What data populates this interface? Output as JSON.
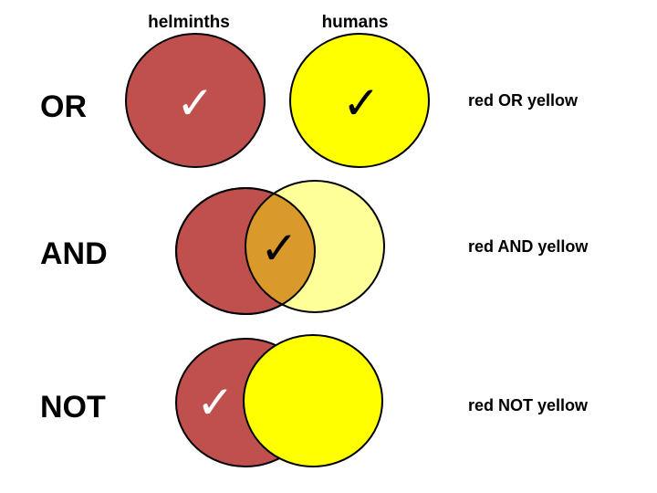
{
  "header": {
    "set_a": "helminths",
    "set_b": "humans"
  },
  "colors": {
    "red": "#c0504d",
    "yellow": "#ffff00",
    "yellow_light": "#ffff99",
    "overlap": "#d99a2b",
    "outline": "#000000"
  },
  "rows": [
    {
      "operator": "OR",
      "description": "red OR yellow"
    },
    {
      "operator": "AND",
      "description": "red AND yellow"
    },
    {
      "operator": "NOT",
      "description": "red NOT yellow"
    }
  ],
  "check_glyph": "✓"
}
